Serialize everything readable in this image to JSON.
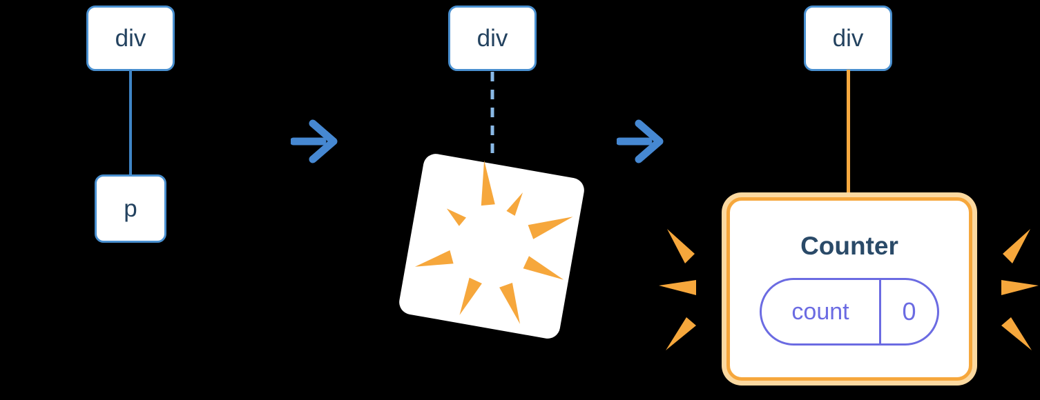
{
  "diagram": {
    "description": "DOM tree transition: a div with a p child; the p node is destroyed (poof) and replaced by a mounted Counter component with fresh state",
    "stages": {
      "before": {
        "parent": "div",
        "child": "p"
      },
      "transition": {
        "parent": "div"
      },
      "after": {
        "parent": "div",
        "component": {
          "title": "Counter",
          "state_key": "count",
          "state_value": "0"
        }
      }
    },
    "icons": {
      "arrow": "arrow-right-icon",
      "poof": "explosion-burst-icon",
      "sparkle_left": "sparkle-burst-left-icon",
      "sparkle_right": "sparkle-burst-right-icon"
    },
    "colors": {
      "background": "#000000",
      "node_border": "#4a90d0",
      "node_text": "#23425f",
      "edge_blue": "#3f85c6",
      "edge_dashed_blue": "#8ab9e6",
      "arrow_blue": "#4688d2",
      "orange": "#f7a93f",
      "orange_halo": "#fcd9a0",
      "purple": "#6b6be2",
      "card_title_text": "#2a4a68"
    }
  }
}
